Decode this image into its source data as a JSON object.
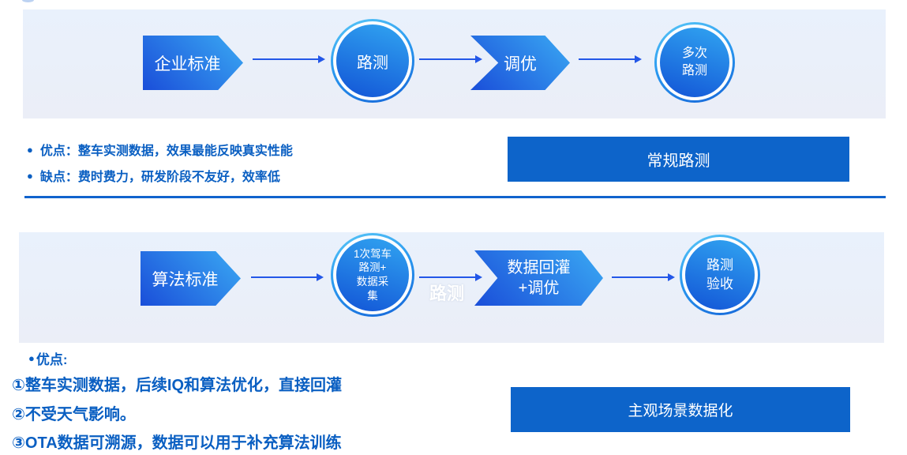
{
  "section1": {
    "flow": {
      "step1_label": "企业标准",
      "step2_label": "路测",
      "step3_label": "调优",
      "step4_line1": "多次",
      "step4_line2": "路测"
    },
    "notes": {
      "bullet": "●",
      "item1": "优点：整车实测数据，效果最能反映真实性能",
      "item2": "缺点：费时费力，研发阶段不友好，效率低"
    },
    "banner": "常规路测"
  },
  "section2": {
    "flow": {
      "step1_label": "算法标准",
      "step2_line1": "1次驾车",
      "step2_line2": "路测+",
      "step2_line3": "数据采",
      "step2_line4": "集",
      "caption": "路测",
      "step3_line1": "数据回灌",
      "step3_line2": "+调优",
      "step4_line1": "路测",
      "step4_line2": "验收"
    },
    "notes": {
      "bullet": "●",
      "title": "优点:",
      "item1": "①整车实测数据，后续IQ和算法优化，直接回灌",
      "item2": "②不受天气影响。",
      "item3": "③OTA数据可溯源，数据可以用于补充算法训练"
    },
    "banner": "主观场景数据化"
  },
  "colors": {
    "panel_background": "#eaf1fb",
    "shape_gradient_start": "#3aa9f3",
    "shape_gradient_end": "#1a4ed9",
    "banner_background": "#0d64ca",
    "divider": "#1063cd",
    "note_text": "#0a5fc2",
    "arrow": "#2357e8",
    "shape_text": "#ffffff"
  }
}
